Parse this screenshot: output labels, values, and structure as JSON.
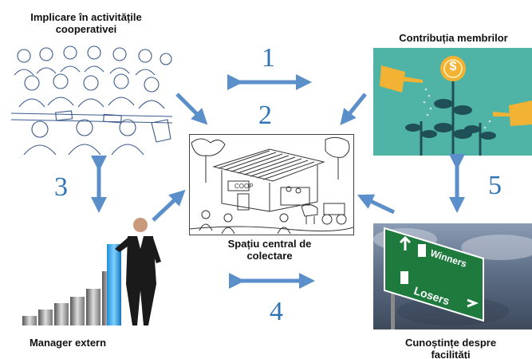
{
  "nodes": {
    "top_left": "Implicare în activitățile cooperativei",
    "top_right": "Contribuția membrilor",
    "center": "Spațiu central de colectare",
    "bottom_left": "Manager extern",
    "bottom_right": "Cunoștințe despre facilități"
  },
  "numbers": [
    "1",
    "2",
    "3",
    "4",
    "5"
  ],
  "images": {
    "coop_sign": "COOP",
    "sign_top": "Winners",
    "sign_bottom": "Losers",
    "coin_symbol": "$"
  },
  "colors": {
    "arrow": "#5b8fc9",
    "number": "#2f75b5",
    "teal_panel": "#4fb3a5",
    "sign_green": "#1f7a3e"
  }
}
